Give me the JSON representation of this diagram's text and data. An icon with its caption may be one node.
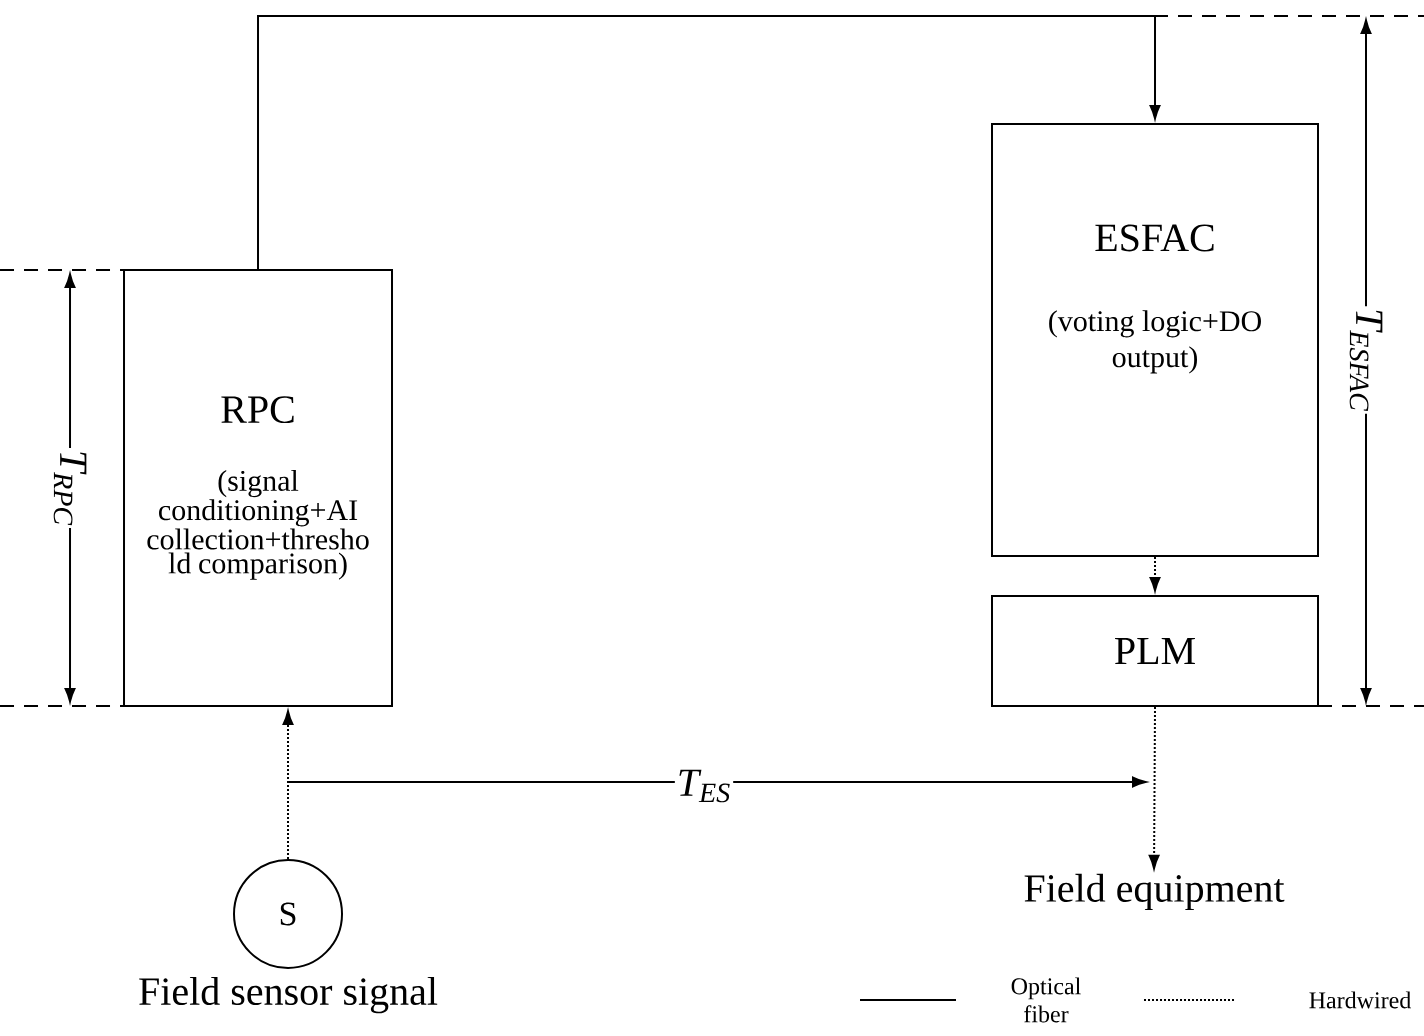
{
  "diagram": {
    "nodes": [
      {
        "text": [
          "RPC",
          "(signal conditioning+AI collection+thresho ld comparison)"
        ]
      },
      {
        "text": [
          "ESFAC",
          "(voting logic+DO output)"
        ]
      },
      {
        "text": [
          "PLM"
        ]
      },
      {
        "text": [
          "S"
        ],
        "beside": [
          "Field sensor signal"
        ]
      },
      {
        "text": [
          "Field equipment"
        ]
      }
    ],
    "edges": [
      {
        "from": 0,
        "to": 1,
        "arrow": "to"
      },
      {
        "from": 1,
        "to": 2,
        "arrow": "to",
        "style": "dashed"
      },
      {
        "from": 3,
        "to": 0,
        "arrow": "to",
        "style": "dashed"
      },
      {
        "from": 2,
        "to": 4,
        "arrow": "to",
        "style": "dashed"
      }
    ],
    "labels": [
      "T$_{RPC}$",
      "T$_{ESFAC}$",
      "T$_{ES}$"
    ],
    "legend": [
      {
        "text": "Optical fiber"
      },
      {
        "text": "Hardwired"
      }
    ]
  }
}
